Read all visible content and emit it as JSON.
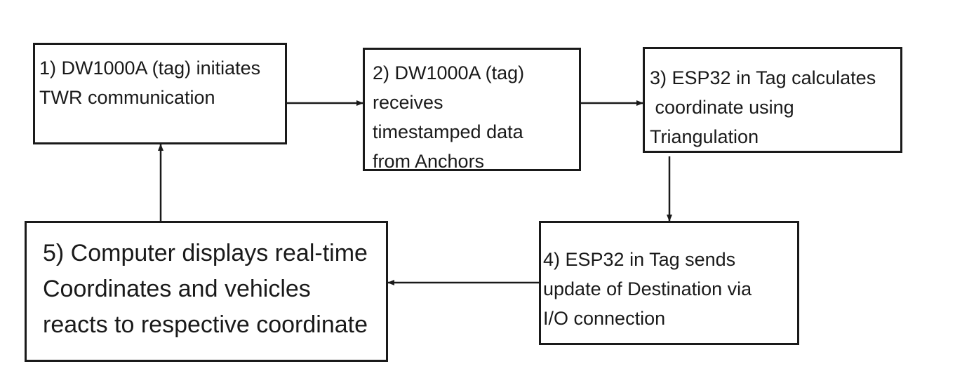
{
  "diagram": {
    "steps": [
      {
        "id": "1",
        "lines": [
          "1) DW1000A (tag) initiates",
          "TWR communication"
        ]
      },
      {
        "id": "2",
        "lines": [
          "2) DW1000A (tag)",
          "receives",
          "timestamped data",
          "from Anchors"
        ]
      },
      {
        "id": "3",
        "lines": [
          "3) ESP32 in Tag calculates",
          " coordinate using",
          "Triangulation"
        ]
      },
      {
        "id": "4",
        "lines": [
          "4) ESP32 in Tag sends",
          "update of Destination via",
          "I/O connection"
        ]
      },
      {
        "id": "5",
        "lines": [
          "5) Computer displays real-time",
          "Coordinates and vehicles",
          "reacts to respective coordinate"
        ]
      }
    ],
    "connections": [
      {
        "from": "1",
        "to": "2"
      },
      {
        "from": "2",
        "to": "3"
      },
      {
        "from": "3",
        "to": "4"
      },
      {
        "from": "4",
        "to": "5"
      },
      {
        "from": "5",
        "to": "1"
      }
    ],
    "colors": {
      "line": "#1a1a1a",
      "background": "#ffffff"
    }
  }
}
